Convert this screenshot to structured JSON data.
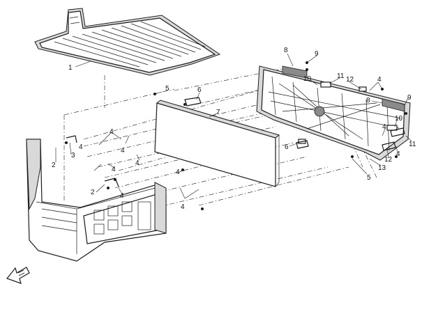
{
  "labels": {
    "l1": "1",
    "l2a": "2",
    "l2b": "2",
    "l3": "3",
    "l4a": "4",
    "l4b": "4",
    "l4c": "4",
    "l4d": "4",
    "l4e": "4",
    "l4f": "4",
    "l4g": "4",
    "l4h": "4",
    "l4i": "4",
    "l4j": "4",
    "l5a": "5",
    "l5b": "5",
    "l6a": "6",
    "l6b": "6",
    "l7": "7",
    "l8a": "8",
    "l8b": "8",
    "l9a": "9",
    "l9b": "9",
    "l10a": "10",
    "l10b": "10",
    "l11a": "11",
    "l11b": "11",
    "l12a": "12",
    "l12b": "12",
    "l13": "13"
  },
  "icons": {
    "front_arrow": "front-direction-arrow-icon"
  }
}
